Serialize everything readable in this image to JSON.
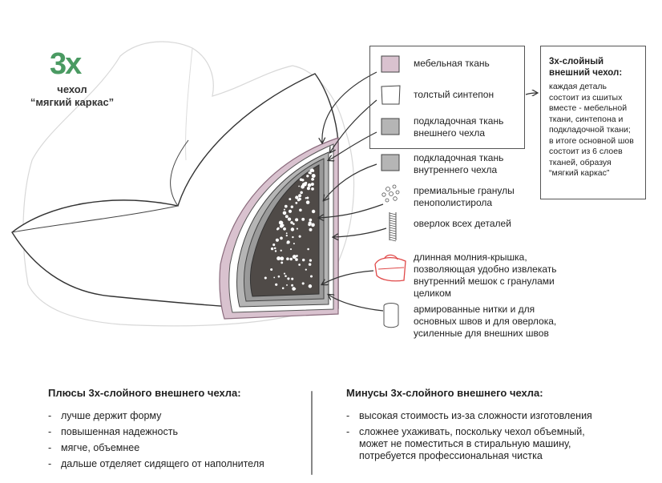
{
  "badge": {
    "big": "3",
    "small": "x"
  },
  "cover_caption": {
    "line1": "чехол",
    "line2": "“мягкий каркас”"
  },
  "legend": [
    {
      "label": "мебельная ткань",
      "swatch": "#d9c2cf"
    },
    {
      "label": "толстый синтепон",
      "swatch": "#ffffff"
    },
    {
      "label": "подкладочная ткань внешнего чехла",
      "swatch": "#b5b5b5"
    },
    {
      "label": "подкладочная ткань внутреннего чехла",
      "swatch": "#b5b5b5"
    },
    {
      "label": "премиальные гранулы пенополистирола",
      "swatch": "beads"
    },
    {
      "label": "оверлок всех деталей",
      "swatch": "overlock"
    },
    {
      "label": "длинная молния-крышка, позволяющая удобно извлекать внутренний мешок с гранулами целиком",
      "swatch": "zipper-icon"
    },
    {
      "label": "армированные нитки и для основных швов и для оверлока, усиленные для внешних швов",
      "swatch": "thread-icon"
    }
  ],
  "info": {
    "title": "3х-слойный внешний чехол:",
    "body": "каждая деталь состоит из сшитых вместе - мебельной ткани, синтепона и подкладочной ткани; в итоге основной шов состоит из 6 слоев тканей, образуя “мягкий каркас”"
  },
  "pros": {
    "title": "Плюсы 3х-слойного внешнего чехла:",
    "items": [
      "лучше держит форму",
      "повышенная надежность",
      "мягче, объемнее",
      "дальше отделяет сидящего от наполнителя"
    ]
  },
  "cons": {
    "title": "Минусы 3х-слойного внешнего чехла:",
    "items": [
      "высокая стоимость из-за сложности изготовления",
      "сложнее ухаживать, поскольку чехол объемный, может не поместиться в стиральную машину, потребуется профессиональная чистка"
    ]
  },
  "colors": {
    "accent_green": "#4a9a62",
    "fabric_pink": "#d9c2cf",
    "lining_gray": "#b5b5b5",
    "filling_dark": "#4f4a47",
    "zipper_red": "#e04848"
  }
}
